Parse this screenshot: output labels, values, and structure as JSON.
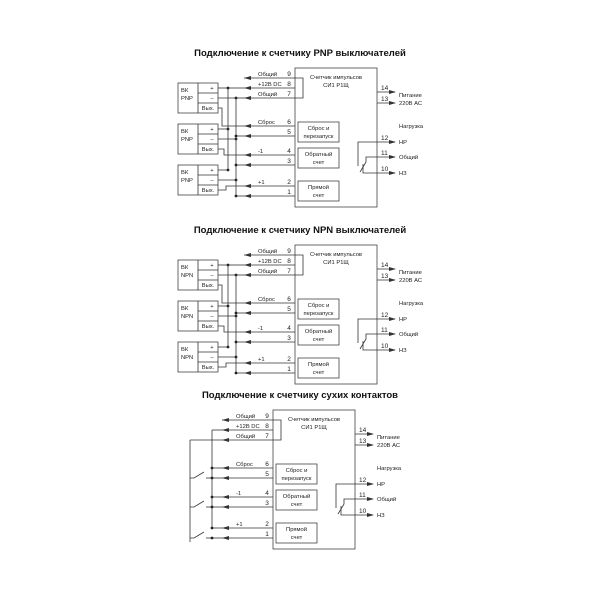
{
  "diagrams": [
    {
      "title": "Подключение к счетчику PNP выключателей",
      "kind": "sensor",
      "sensor": {
        "name": "ВК",
        "type": "PNP",
        "plus": "+",
        "minus": "–",
        "out": "Вых."
      },
      "counter": [
        "Счетчик импульсов",
        "СИ1 Р1Щ"
      ],
      "inputs": [
        {
          "num": "9",
          "label": "Общий"
        },
        {
          "num": "8",
          "label": "+12В DC"
        },
        {
          "num": "7",
          "label": "Общий"
        },
        {
          "num": "6",
          "label": "Сброс"
        },
        {
          "num": "5",
          "label": ""
        },
        {
          "num": "4",
          "label": "-1"
        },
        {
          "num": "3",
          "label": ""
        },
        {
          "num": "2",
          "label": "+1"
        },
        {
          "num": "1",
          "label": ""
        }
      ],
      "blocks": [
        [
          "Сброс и",
          "перезапуск"
        ],
        [
          "Обратный",
          "счет"
        ],
        [
          "Прямой",
          "счет"
        ]
      ],
      "power": {
        "nums": [
          "14",
          "13"
        ],
        "label": [
          "Питание",
          "220В АС"
        ]
      },
      "load": "Нагрузка",
      "relay": [
        {
          "num": "12",
          "label": "НР"
        },
        {
          "num": "11",
          "label": "Общий"
        },
        {
          "num": "10",
          "label": "НЗ"
        }
      ]
    },
    {
      "title": "Подключение к счетчику NPN выключателей",
      "kind": "sensor",
      "sensor": {
        "name": "ВК",
        "type": "NPN",
        "plus": "+",
        "minus": "–",
        "out": "Вых."
      },
      "counter": [
        "Счетчик импульсов",
        "СИ1 Р1Щ"
      ],
      "inputs": [
        {
          "num": "9",
          "label": "Общий"
        },
        {
          "num": "8",
          "label": "+12В DC"
        },
        {
          "num": "7",
          "label": "Общий"
        },
        {
          "num": "6",
          "label": "Сброс"
        },
        {
          "num": "5",
          "label": ""
        },
        {
          "num": "4",
          "label": "-1"
        },
        {
          "num": "3",
          "label": ""
        },
        {
          "num": "2",
          "label": "+1"
        },
        {
          "num": "1",
          "label": ""
        }
      ],
      "blocks": [
        [
          "Сброс и",
          "перезапуск"
        ],
        [
          "Обратный",
          "счет"
        ],
        [
          "Прямой",
          "счет"
        ]
      ],
      "power": {
        "nums": [
          "14",
          "13"
        ],
        "label": [
          "Питание",
          "220В АС"
        ]
      },
      "load": "Нагрузка",
      "relay": [
        {
          "num": "12",
          "label": "НР"
        },
        {
          "num": "11",
          "label": "Общий"
        },
        {
          "num": "10",
          "label": "НЗ"
        }
      ]
    },
    {
      "title": "Подключение к счетчику сухих контактов",
      "kind": "contacts",
      "counter": [
        "Счетчик импульсов",
        "СИ1 Р1Щ"
      ],
      "inputs": [
        {
          "num": "9",
          "label": "Общий"
        },
        {
          "num": "8",
          "label": "+12В DC"
        },
        {
          "num": "7",
          "label": "Общий"
        },
        {
          "num": "6",
          "label": "Сброс"
        },
        {
          "num": "5",
          "label": ""
        },
        {
          "num": "4",
          "label": "-1"
        },
        {
          "num": "3",
          "label": ""
        },
        {
          "num": "2",
          "label": "+1"
        },
        {
          "num": "1",
          "label": ""
        }
      ],
      "blocks": [
        [
          "Сброс и",
          "перезапуск"
        ],
        [
          "Обратный",
          "счет"
        ],
        [
          "Прямой",
          "счет"
        ]
      ],
      "power": {
        "nums": [
          "14",
          "13"
        ],
        "label": [
          "Питание",
          "220В АС"
        ]
      },
      "load": "Нагрузка",
      "relay": [
        {
          "num": "12",
          "label": "НР"
        },
        {
          "num": "11",
          "label": "Общий"
        },
        {
          "num": "10",
          "label": "НЗ"
        }
      ]
    }
  ]
}
